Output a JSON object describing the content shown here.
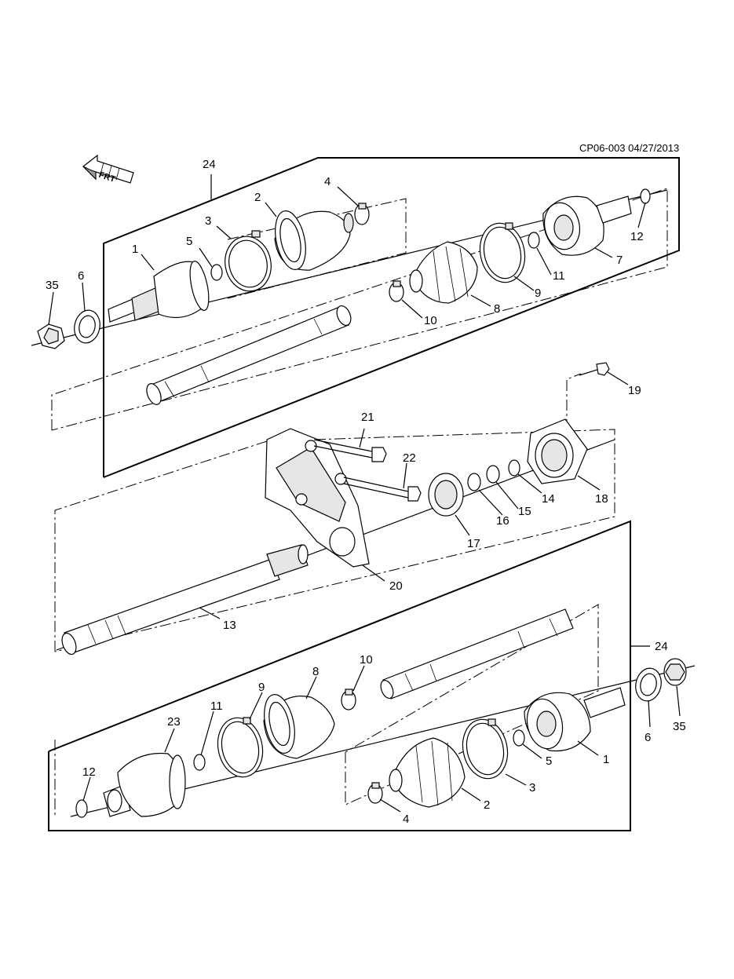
{
  "diagram": {
    "code": "CP06-003 04/27/2013",
    "direction_label": "FRT"
  },
  "callouts": {
    "top": {
      "c24": "24",
      "c1": "1",
      "c2": "2",
      "c3": "3",
      "c4": "4",
      "c5": "5",
      "c6": "6",
      "c35": "35",
      "c7": "7",
      "c8": "8",
      "c9": "9",
      "c10": "10",
      "c11": "11",
      "c12": "12"
    },
    "middle": {
      "c13": "13",
      "c14": "14",
      "c15": "15",
      "c16": "16",
      "c17": "17",
      "c18": "18",
      "c19": "19",
      "c20": "20",
      "c21": "21",
      "c22": "22"
    },
    "bottom": {
      "c24": "24",
      "c1": "1",
      "c2": "2",
      "c3": "3",
      "c4": "4",
      "c5": "5",
      "c6": "6",
      "c35": "35",
      "c8": "8",
      "c9": "9",
      "c10": "10",
      "c11": "11",
      "c12": "12",
      "c23": "23"
    }
  }
}
